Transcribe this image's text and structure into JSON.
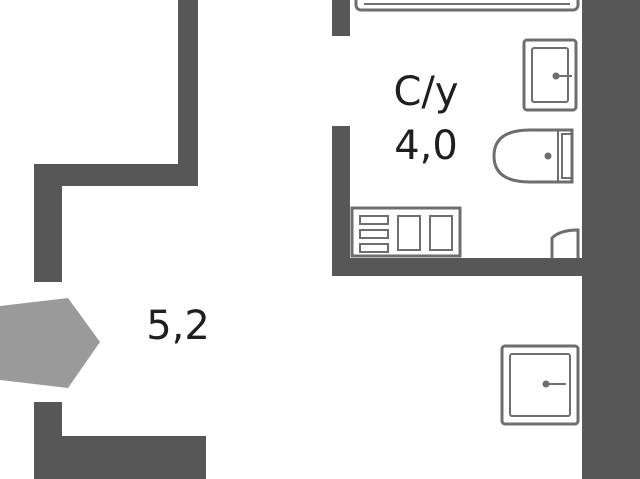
{
  "rooms": {
    "bathroom": {
      "name": "С/у",
      "area": "4,0"
    },
    "hallway": {
      "area": "5,2"
    }
  },
  "colors": {
    "wall": "#575757",
    "fixture": "#6e6e6e",
    "entrance": "#9a9a9a",
    "background": "#ffffff",
    "text": "#1f1f1f"
  },
  "icons": [
    "bathtub-icon",
    "sink-icon",
    "toilet-icon",
    "washing-machine-icon",
    "entrance-arrow-icon"
  ]
}
